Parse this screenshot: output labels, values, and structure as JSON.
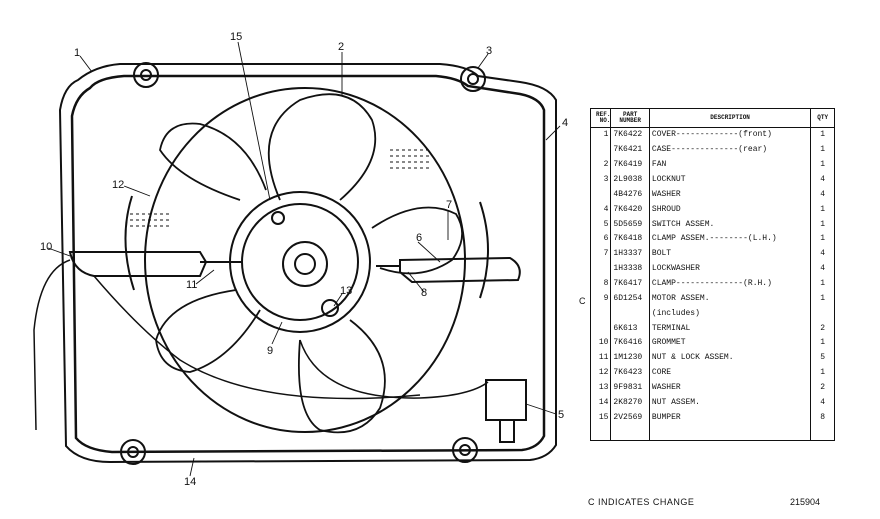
{
  "diagram": {
    "callouts": [
      "1",
      "2",
      "3",
      "4",
      "5",
      "6",
      "7",
      "8",
      "9",
      "10",
      "11",
      "12",
      "13",
      "14",
      "15"
    ]
  },
  "table": {
    "headers": {
      "ref": "REF. NO.",
      "part": "PART NUMBER",
      "desc": "DESCRIPTION",
      "qty": "QTY"
    },
    "rows": [
      {
        "ref": "1",
        "part": "7K6422",
        "desc": "COVER-------------(front)",
        "qty": "1"
      },
      {
        "ref": "",
        "part": "7K6421",
        "desc": "CASE--------------(rear)",
        "qty": "1"
      },
      {
        "ref": "2",
        "part": "7K6419",
        "desc": "FAN",
        "qty": "1"
      },
      {
        "ref": "3",
        "part": "2L9038",
        "desc": "LOCKNUT",
        "qty": "4"
      },
      {
        "ref": "",
        "part": "4B4276",
        "desc": "WASHER",
        "qty": "4"
      },
      {
        "ref": "4",
        "part": "7K6420",
        "desc": "SHROUD",
        "qty": "1"
      },
      {
        "ref": "5",
        "part": "5D5659",
        "desc": "SWITCH ASSEM.",
        "qty": "1"
      },
      {
        "ref": "6",
        "part": "7K6418",
        "desc": "CLAMP ASSEM.--------(L.H.)",
        "qty": "1"
      },
      {
        "ref": "7",
        "part": "1H3337",
        "desc": "BOLT",
        "qty": "4"
      },
      {
        "ref": "",
        "part": "1H3338",
        "desc": "LOCKWASHER",
        "qty": "4"
      },
      {
        "ref": "8",
        "part": "7K6417",
        "desc": "CLAMP--------------(R.H.)",
        "qty": "1"
      },
      {
        "ref": "9",
        "part": "6D1254",
        "desc": "MOTOR ASSEM.",
        "qty": "1"
      },
      {
        "ref": "",
        "part": "",
        "desc": "(includes)",
        "qty": ""
      },
      {
        "ref": "",
        "part": "6K613",
        "desc": "TERMINAL",
        "qty": "2"
      },
      {
        "ref": "10",
        "part": "7K6416",
        "desc": "GROMMET",
        "qty": "1"
      },
      {
        "ref": "11",
        "part": "1M1230",
        "desc": "NUT & LOCK ASSEM.",
        "qty": "5"
      },
      {
        "ref": "12",
        "part": "7K6423",
        "desc": "CORE",
        "qty": "1"
      },
      {
        "ref": "13",
        "part": "9F9831",
        "desc": "WASHER",
        "qty": "2"
      },
      {
        "ref": "14",
        "part": "2K8270",
        "desc": "NUT ASSEM.",
        "qty": "4"
      },
      {
        "ref": "15",
        "part": "2V2569",
        "desc": "BUMPER",
        "qty": "8"
      }
    ]
  },
  "change_mark": "C",
  "footnote": "C INDICATES CHANGE",
  "drawing_number": "215904"
}
